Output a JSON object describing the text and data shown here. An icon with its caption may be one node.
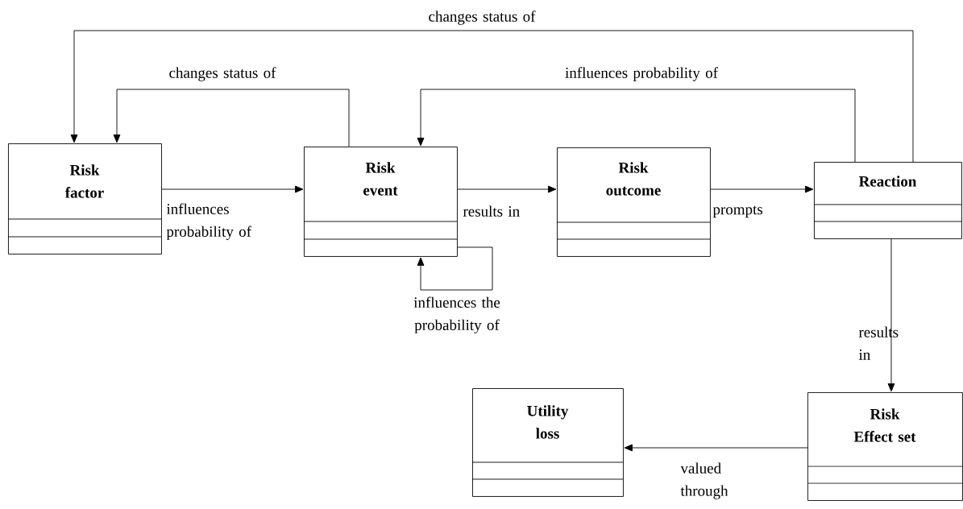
{
  "diagram": {
    "nodes": [
      {
        "text": [
          "Risk factor"
        ]
      },
      {
        "text": [
          "Risk event"
        ]
      },
      {
        "text": [
          "Risk outcome"
        ]
      },
      {
        "text": [
          "Reaction"
        ]
      },
      {
        "text": [
          "Risk Effect set"
        ]
      },
      {
        "text": [
          "Utility loss"
        ]
      }
    ],
    "edges": [
      {
        "from": 0,
        "to": 1,
        "arrow": "to",
        "label": "influences probability of"
      },
      {
        "from": 1,
        "to": 2,
        "arrow": "to",
        "label": "results in"
      },
      {
        "from": 2,
        "to": 3,
        "arrow": "to",
        "label": "prompts"
      },
      {
        "from": 1,
        "to": 0,
        "arrow": "to",
        "label": "changes status of"
      },
      {
        "from": 3,
        "to": 1,
        "arrow": "to",
        "label": "influences probability of"
      },
      {
        "from": 3,
        "to": 0,
        "arrow": "to",
        "label": "changes status of"
      },
      {
        "from": 1,
        "to": 1,
        "arrow": "to",
        "label": "influences the probability of"
      },
      {
        "from": 3,
        "to": 4,
        "arrow": "to",
        "label": "results in"
      },
      {
        "from": 4,
        "to": 5,
        "arrow": "to",
        "label": "valued through"
      }
    ]
  }
}
